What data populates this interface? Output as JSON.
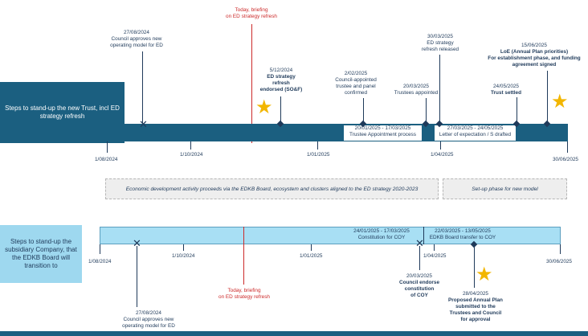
{
  "track1": {
    "side_label": "Steps to stand-up the new Trust, incl ED strategy refresh",
    "start_date": "1/08/2024",
    "end_date": "30/06/2025",
    "ticks": [
      "1/10/2024",
      "1/01/2025",
      "1/04/2025"
    ],
    "today_label": [
      "Today, briefing",
      "on ED strategy refresh"
    ],
    "milestones": {
      "m1": {
        "date": "27/08/2024",
        "text": [
          "Council approves new",
          "operating model for ED"
        ]
      },
      "m2": {
        "date": "5/12/2024",
        "text": [
          "ED strategy",
          "refresh",
          "endorsed (SO&F)"
        ]
      },
      "m3": {
        "date": "2/02/2025",
        "text": [
          "Council-appointed",
          "trustee and panel",
          "confirmed"
        ]
      },
      "m4": {
        "date": "20/03/2025",
        "text": [
          "Trustees appointed"
        ]
      },
      "m5": {
        "date": "30/03/2025",
        "text": [
          "ED strategy",
          "refresh released"
        ]
      },
      "m6": {
        "date": "24/05/2025",
        "text": [
          "Trust settled"
        ]
      },
      "m7": {
        "date": "15/06/2025",
        "text": [
          "LoE (Annual Plan priorities)",
          "For establishment phase, and funding",
          "agreement signed"
        ]
      }
    },
    "segments": {
      "s1": {
        "range": "20/01/2025 - 17/03/2025",
        "text": "Trustee Appointment process"
      },
      "s2": {
        "range": "27/03/2025 - 24/05/2025",
        "text": "Letter of expectation / S drafted"
      }
    },
    "phase_main": "Economic development activity proceeds via the EDKB Board, ecosystem and clusters aligned to the ED strategy 2020-2023",
    "phase_setup": "Set-up phase for new model"
  },
  "track2": {
    "side_label": "Steps to stand-up the subsidiary Company, that the EDKB Board will transition to",
    "start_date": "1/08/2024",
    "end_date": "30/06/2025",
    "ticks": [
      "1/10/2024",
      "1/01/2025",
      "1/04/2025"
    ],
    "today_label": [
      "Today, briefing",
      "on ED strategy refresh"
    ],
    "milestones": {
      "m1": {
        "date": "27/08/2024",
        "text": [
          "Council approves new",
          "operating model for ED"
        ]
      },
      "m2": {
        "date": "20/03/2025",
        "text": [
          "Council endorse",
          "constitution",
          "of COY"
        ]
      },
      "m3": {
        "date": "28/04/2025",
        "text": [
          "Proposed Annual Plan",
          "submitted to the",
          "Trustees and Council",
          "for approval"
        ]
      }
    },
    "segments": {
      "s1": {
        "range": "24/01/2025 - 17/03/2025",
        "text": "Constitution for COY"
      },
      "s2": {
        "range": "22/03/2025 - 13/05/2025",
        "text": "EDKB Board transfer to COY"
      }
    }
  },
  "colors": {
    "dark_bar": "#1b5f80",
    "light_bar": "#a8dff4",
    "today_line": "#cc2a2a",
    "star": "#f2b600"
  }
}
